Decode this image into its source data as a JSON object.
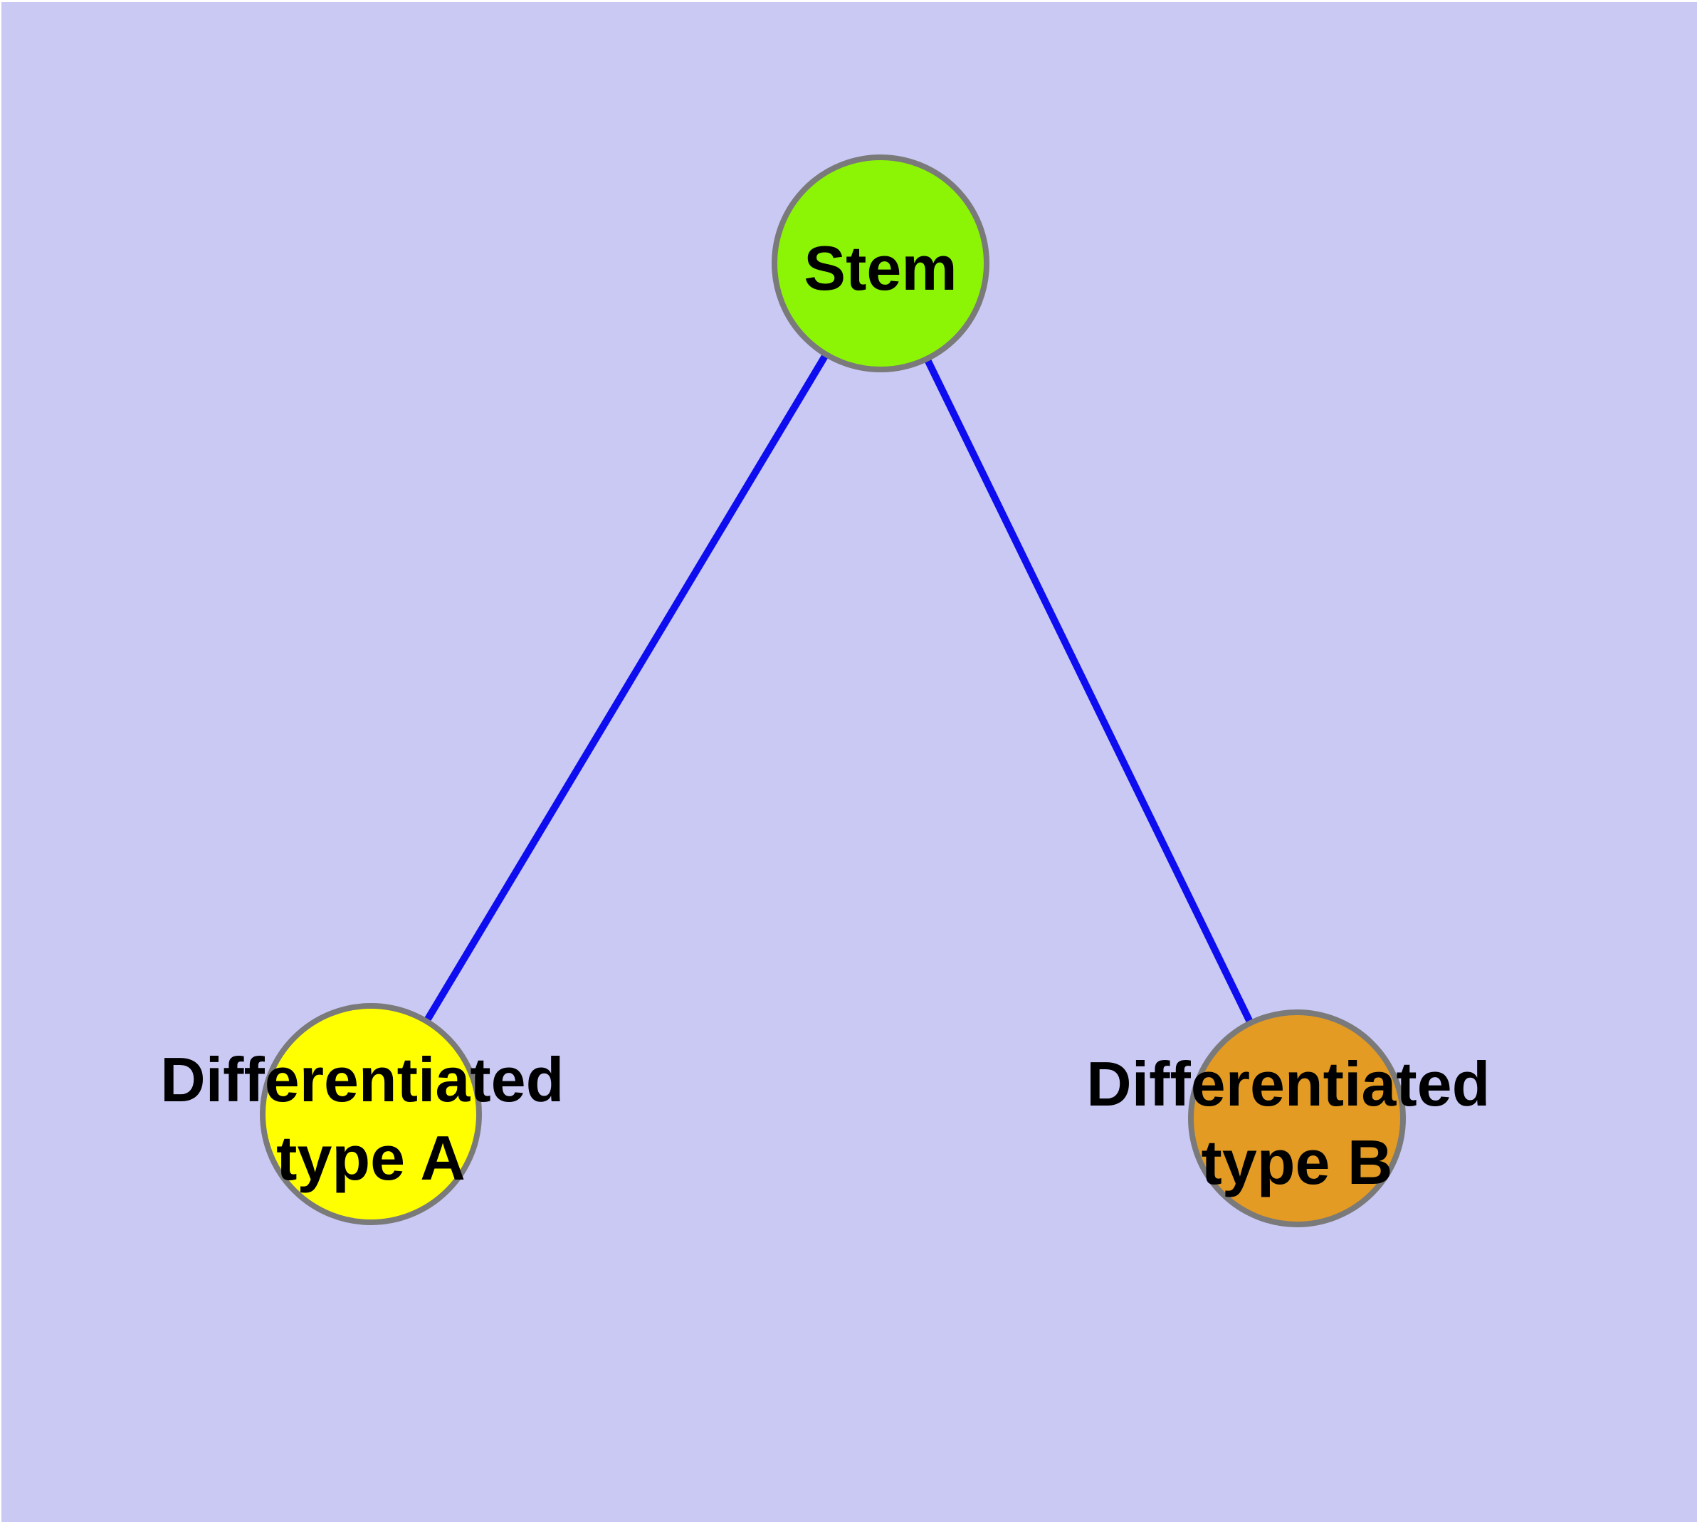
{
  "diagram": {
    "type": "node-link-graph",
    "title": "Stem cell differentiation diagram",
    "background_color": "#c9c9f4",
    "frame_color": "#ffffff",
    "edge_color": "#0d0df0",
    "node_border_color": "#7a7a7a",
    "text_color": "#000000",
    "nodes": [
      {
        "id": "stem",
        "label": "Stem",
        "lines": [
          "Stem"
        ],
        "fill": "#8cf505"
      },
      {
        "id": "differentiated-type-a",
        "label": "Differentiated type A",
        "lines": [
          "Differentiated",
          "type A"
        ],
        "fill": "#ffff00"
      },
      {
        "id": "differentiated-type-b",
        "label": "Differentiated type B",
        "lines": [
          "Differentiated",
          "type B"
        ],
        "fill": "#e49b23"
      }
    ],
    "edges": [
      {
        "from": "Stem",
        "to": "Differentiated type A"
      },
      {
        "from": "Stem",
        "to": "Differentiated type B"
      }
    ]
  }
}
